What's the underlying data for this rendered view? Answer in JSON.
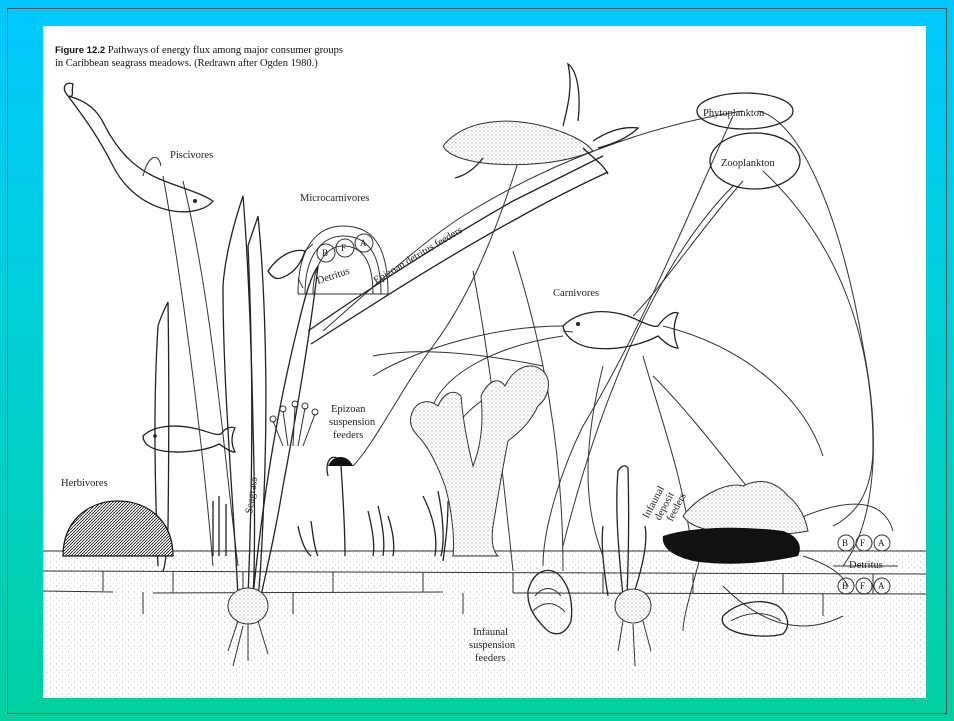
{
  "caption": {
    "figure": "Figure 12.2",
    "text_line1": "Pathways of energy flux among major consumer groups",
    "text_line2": "in Caribbean seagrass meadows. (Redrawn after Ogden 1980.)"
  },
  "labels": {
    "piscivores": "Piscivores",
    "microcarnivores": "Microcarnivores",
    "phytoplankton": "Phytoplankton",
    "zooplankton": "Zooplankton",
    "epizoan_detritus_feeders": "Epizoan detritus feeders",
    "detritus_top": "Detritus",
    "carnivores": "Carnivores",
    "epizoan_suspension_1": "Epizoan",
    "epizoan_suspension_2": "suspension",
    "epizoan_suspension_3": "feeders",
    "herbivores": "Herbivores",
    "seagrass": "Seagrass",
    "infaunal_deposit_1": "Infaunal",
    "infaunal_deposit_2": "deposit",
    "infaunal_deposit_3": "feeders",
    "detritus_bottom": "Detritus",
    "infaunal_suspension_1": "Infaunal",
    "infaunal_suspension_2": "suspension",
    "infaunal_suspension_3": "feeders"
  },
  "microbe_circles": [
    "B",
    "F",
    "A"
  ],
  "colors": {
    "background_top": "#00c8ff",
    "background_bottom": "#00d0a0",
    "panel": "#ffffff",
    "ink": "#222222"
  }
}
